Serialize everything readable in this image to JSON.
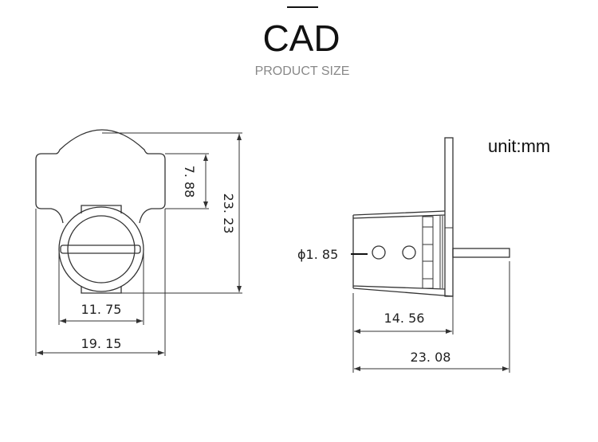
{
  "header": {
    "title": "CAD",
    "subtitle": "PRODUCT SIZE"
  },
  "unit_label": "unit:mm",
  "front_view": {
    "dim_height_top": "7. 88",
    "dim_height_total": "23. 23",
    "dim_inner_width": "11. 75",
    "dim_total_width": "19. 15"
  },
  "side_view": {
    "dim_hole_diameter": "ϕ1. 85",
    "dim_body_length": "14. 56",
    "dim_total_length": "23. 08"
  },
  "colors": {
    "line": "#333333",
    "subtitle": "#888888"
  }
}
